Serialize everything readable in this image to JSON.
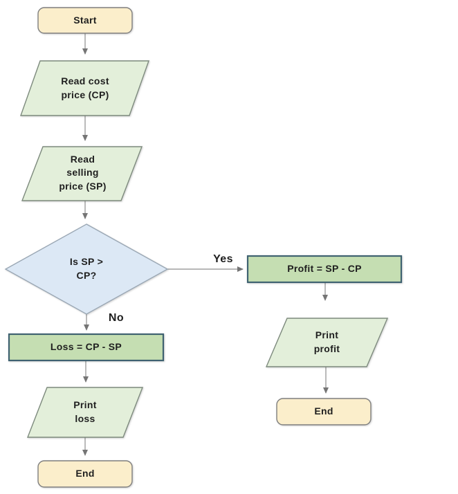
{
  "diagram": {
    "description": "Flowchart computing profit or loss from cost price and selling price",
    "nodes": {
      "start": {
        "type": "terminator",
        "label": "Start"
      },
      "read_cp": {
        "type": "input-output",
        "label": "Read cost\nprice (CP)"
      },
      "read_sp": {
        "type": "input-output",
        "label": "Read\nselling\nprice (SP)"
      },
      "decision": {
        "type": "decision",
        "label": "Is SP >\nCP?"
      },
      "profit": {
        "type": "process",
        "label": "Profit = SP - CP"
      },
      "loss": {
        "type": "process",
        "label": "Loss = CP - SP"
      },
      "print_profit": {
        "type": "input-output",
        "label": "Print\nprofit"
      },
      "print_loss": {
        "type": "input-output",
        "label": "Print\nloss"
      },
      "end_right": {
        "type": "terminator",
        "label": "End"
      },
      "end_left": {
        "type": "terminator",
        "label": "End"
      }
    },
    "edges": {
      "yes_label": "Yes",
      "no_label": "No"
    }
  },
  "colors": {
    "terminator_fill": "#fbeecb",
    "terminator_border": "#7f7f7f",
    "io_fill": "#e3efda",
    "io_border": "#7d8a7d",
    "decision_fill": "#dce8f5",
    "decision_border": "#9aa7b4",
    "process_fill": "#c5deb2",
    "process_border": "#3f6271",
    "connector": "#8c8c8c",
    "arrowhead": "#757575",
    "text": "#1f1f1f"
  }
}
